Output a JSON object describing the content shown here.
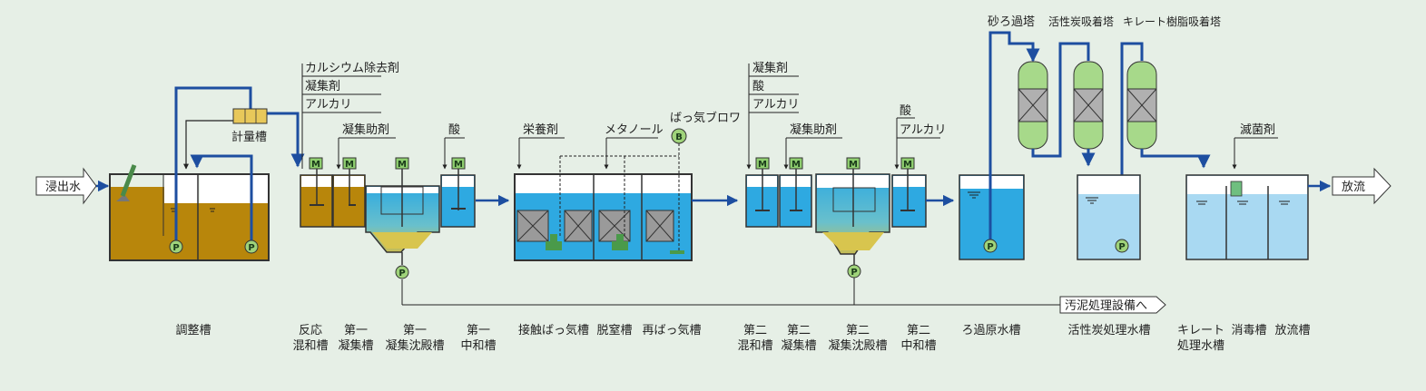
{
  "inlet": "浸出水",
  "outlet": "放流",
  "sludge": "汚泥処理設備へ",
  "equipment": {
    "motor": "M",
    "pump": "P",
    "blower": "B",
    "metering_tank": "計量槽",
    "blower_label": "ばっ気ブロワ"
  },
  "chemicals": {
    "first_mixing": [
      "カルシウム除去剤",
      "凝集剤",
      "アルカリ"
    ],
    "first_coag_aid": "凝集助剤",
    "first_neutral": "酸",
    "nutrient": "栄養剤",
    "methanol": "メタノール",
    "second_mixing": [
      "凝集剤",
      "酸",
      "アルカリ"
    ],
    "second_coag_aid": "凝集助剤",
    "second_neutral": [
      "酸",
      "アルカリ"
    ],
    "disinfectant": "滅菌剤"
  },
  "towers": [
    "砂ろ過塔",
    "活性炭吸着塔",
    "キレート樹脂吸着塔"
  ],
  "tanks": {
    "t1": [
      "調整槽"
    ],
    "t2": [
      "反応",
      "混和槽"
    ],
    "t3": [
      "第一",
      "凝集槽"
    ],
    "t4": [
      "第一",
      "凝集沈殿槽"
    ],
    "t5": [
      "第一",
      "中和槽"
    ],
    "t6": [
      "接触ばっ気槽"
    ],
    "t7": [
      "脱窒槽"
    ],
    "t8": [
      "再ばっ気槽"
    ],
    "t9": [
      "第二",
      "混和槽"
    ],
    "t10": [
      "第二",
      "凝集槽"
    ],
    "t11": [
      "第二",
      "凝集沈殿槽"
    ],
    "t12": [
      "第二",
      "中和槽"
    ],
    "t13": [
      "ろ過原水槽"
    ],
    "t14": [
      "活性炭処理水槽"
    ],
    "t15": [
      "キレート",
      "処理水槽"
    ],
    "t16": [
      "消毒槽"
    ],
    "t17": [
      "放流槽"
    ]
  }
}
